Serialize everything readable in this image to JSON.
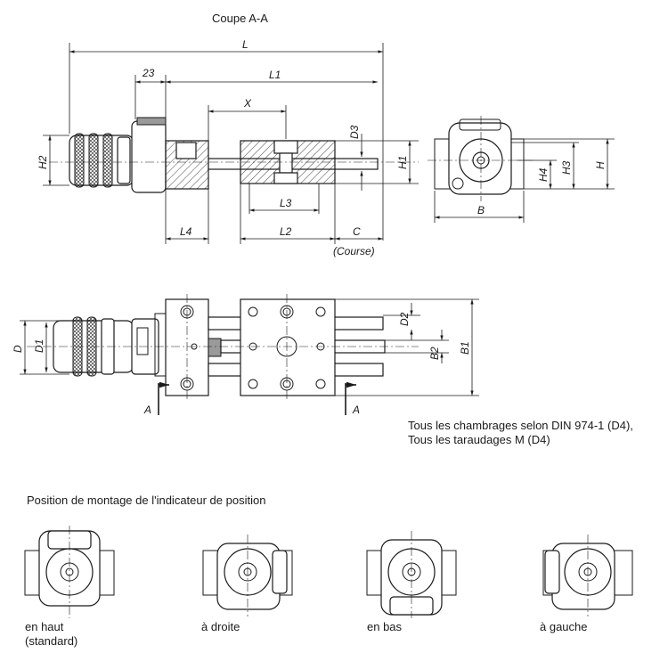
{
  "section_title": "Coupe A-A",
  "dimensions": {
    "L": "L",
    "L1": "L1",
    "d23": "23",
    "X": "X",
    "D3": "D3",
    "H2": "H2",
    "H1": "H1",
    "L3": "L3",
    "L4": "L4",
    "L2": "L2",
    "C": "C",
    "course": "(Course)",
    "B": "B",
    "H4": "H4",
    "H3": "H3",
    "H": "H",
    "D": "D",
    "D1": "D1",
    "D2": "D2",
    "B2": "B2",
    "B1": "B1"
  },
  "section_marks": {
    "left": "A",
    "right": "A"
  },
  "notes": [
    "Tous les chambrages selon  DIN 974-1 (D4),",
    "Tous les taraudages M (D4)"
  ],
  "mounting": {
    "title": "Position de montage de l'indicateur de position",
    "positions": [
      {
        "label": "en haut",
        "sublabel": "(standard)"
      },
      {
        "label": "à droite",
        "sublabel": ""
      },
      {
        "label": "en bas",
        "sublabel": ""
      },
      {
        "label": "à gauche",
        "sublabel": ""
      }
    ]
  }
}
